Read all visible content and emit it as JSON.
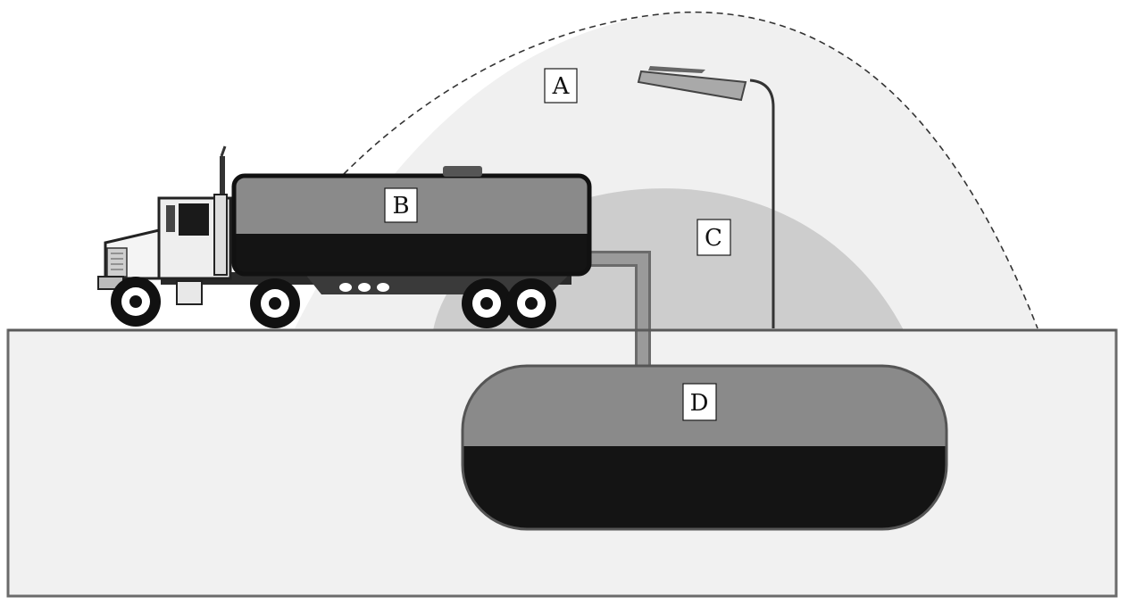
{
  "labels": {
    "a": "A",
    "b": "B",
    "c": "C",
    "d": "D"
  },
  "colors": {
    "ground_fill": "#f1f1f1",
    "zone_a_fill": "#f0f0f0",
    "zone_c_fill": "#cdcdcd",
    "tank_upper": "#8a8a8a",
    "tank_lower": "#141414",
    "outline": "#555555"
  }
}
